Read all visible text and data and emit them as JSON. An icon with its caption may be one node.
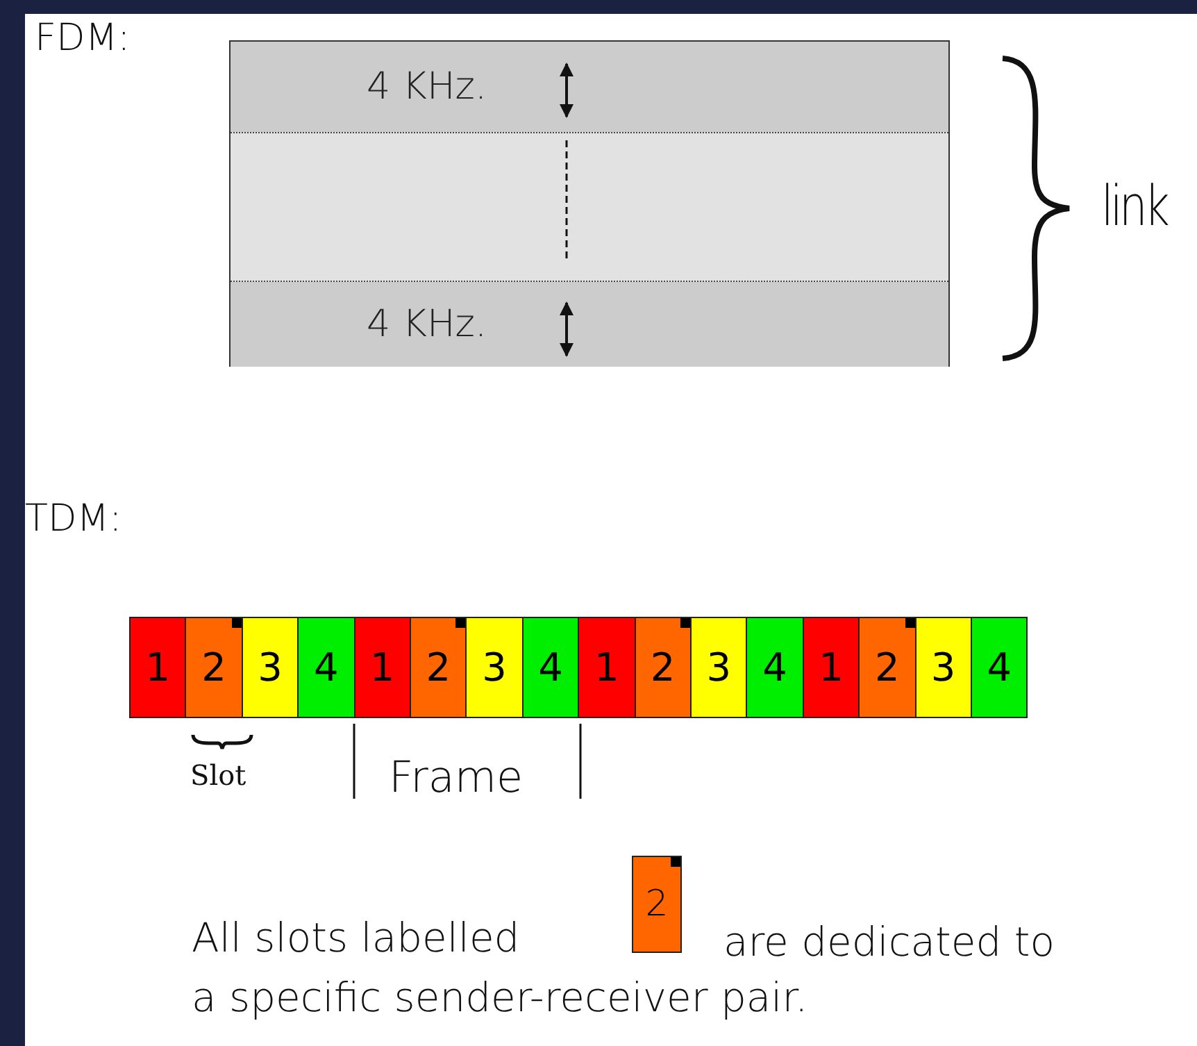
{
  "diagram": {
    "nodes": [
      {
        "text": [
          "4 KHz."
        ]
      },
      {
        "text": [],
        "shape": "bar"
      },
      {
        "text": [
          "4 KHz."
        ]
      },
      {
        "text": [
          "1"
        ]
      },
      {
        "text": [
          "2"
        ]
      },
      {
        "text": [
          "3"
        ]
      },
      {
        "text": [
          "4"
        ]
      },
      {
        "text": [
          "1"
        ]
      },
      {
        "text": [
          "2"
        ]
      },
      {
        "text": [
          "3"
        ]
      },
      {
        "text": [
          "4"
        ]
      },
      {
        "text": [
          "1"
        ]
      },
      {
        "text": [
          "2"
        ]
      },
      {
        "text": [
          "3"
        ]
      },
      {
        "text": [
          "4"
        ]
      },
      {
        "text": [
          "1"
        ]
      },
      {
        "text": [
          "2"
        ]
      },
      {
        "text": [
          "3"
        ]
      },
      {
        "text": [
          "4"
        ]
      },
      {
        "text": [
          "2"
        ]
      }
    ],
    "edges": [],
    "labels": [
      "FDM:",
      "link",
      "TDM:",
      "Slot",
      "Frame",
      "All slots labelled",
      "are dedicated to a specific sender-receiver pair."
    ]
  }
}
